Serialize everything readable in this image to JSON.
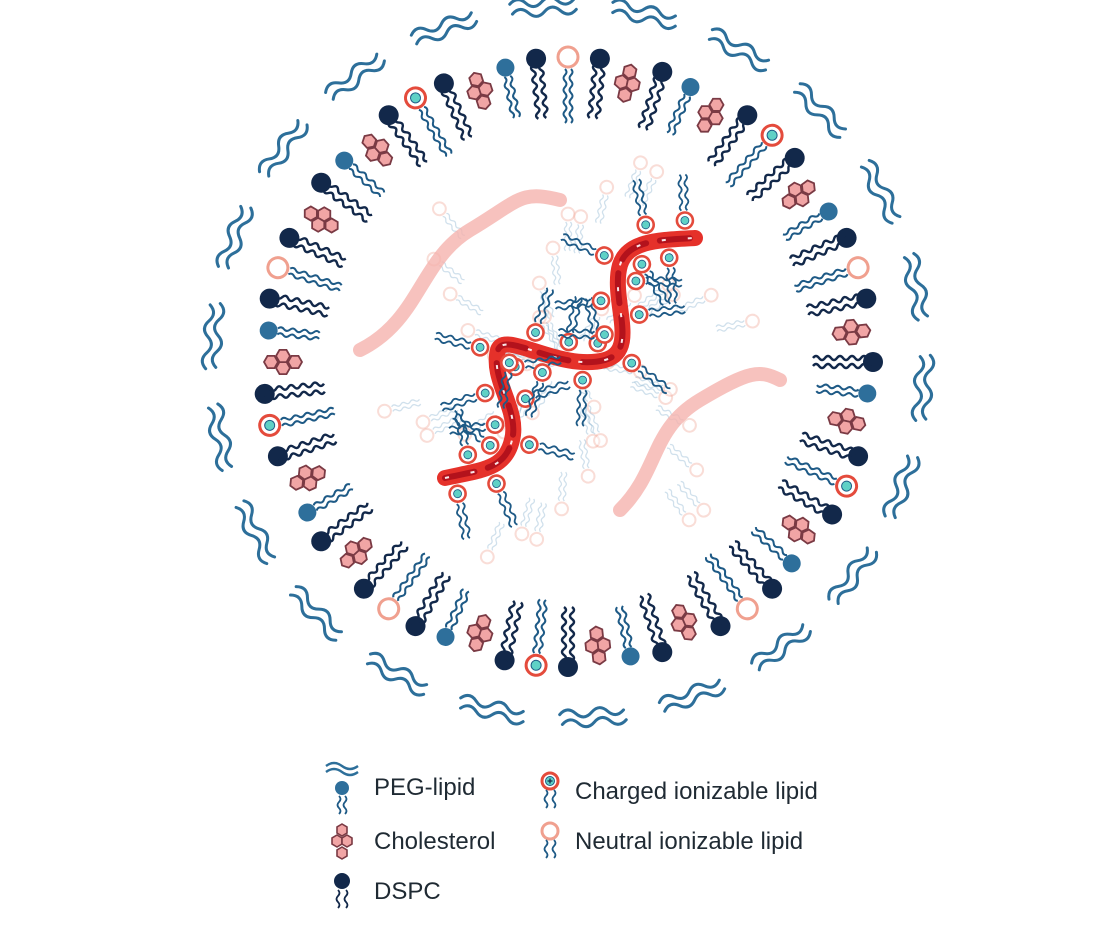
{
  "colors": {
    "peg_coat": "#2d6f9a",
    "peg_head": "#2e6f9b",
    "cholesterol_fill": "#f1a5a5",
    "cholesterol_stroke": "#7a3a44",
    "dspc_head": "#12284a",
    "charged_lipid_ring": "#e44b3c",
    "charged_lipid_core": "#5fd1c6",
    "neutral_lipid_ring": "#f0a08f",
    "lipid_tail": "#1e5a86",
    "rna_dark": "#b3121c",
    "rna_mid": "#e5312a",
    "rna_faint": "#f5b3ae"
  },
  "legend": {
    "peg_lipid": "PEG-lipid",
    "cholesterol": "Cholesterol",
    "dspc": "DSPC",
    "charged_ionizable_lipid": "Charged ionizable lipid",
    "neutral_ionizable_lipid": "Neutral ionizable lipid"
  },
  "icons": {
    "peg_lipid": "peg-lipid-icon",
    "cholesterol": "cholesterol-icon",
    "dspc": "dspc-icon",
    "charged_ionizable_lipid": "charged-ionizable-lipid-icon",
    "neutral_ionizable_lipid": "neutral-ionizable-lipid-icon"
  }
}
